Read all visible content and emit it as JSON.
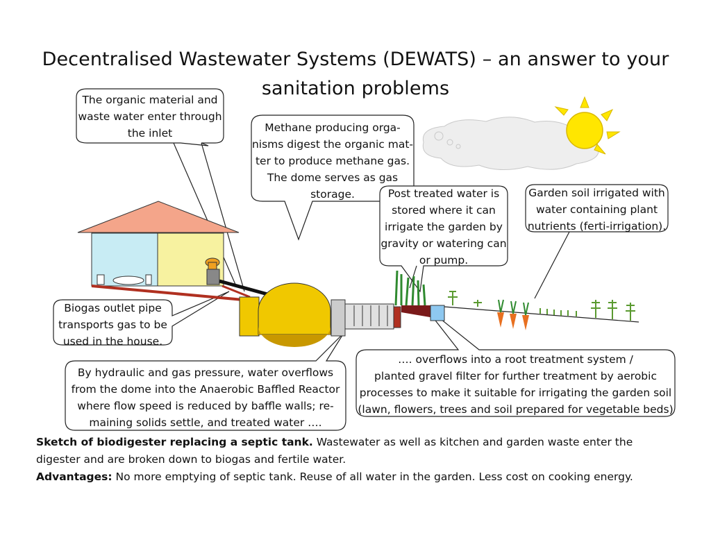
{
  "title_line1": "Decentralised Wastewater Systems (DEWATS) –  an answer to your",
  "title_line2": "sanitation problems",
  "bubbles": {
    "inlet": "The organic material and\nwaste water enter through\nthe inlet",
    "methane": "Methane producing orga-\nnisms digest the organic mat-\nter to produce methane gas.\nThe dome serves as gas\nstorage.",
    "post_treated": "Post treated water is\nstored where it can\nirrigate the garden by\ngravity or watering can\nor pump.",
    "garden_soil": "Garden soil irrigated with\nwater containing plant\nnutrients (ferti-irrigation).",
    "biogas_outlet": "Biogas outlet pipe\ntransports gas to be\nused in the house.",
    "hydraulic": "By hydraulic and gas pressure, water overflows\nfrom the dome into the Anaerobic Baffled Reactor\nwhere flow speed is reduced by baffle walls; re-\nmaining solids settle, and treated water ….",
    "root_treatment": "….  overflows into a root treatment system /\nplanted gravel filter for further treatment by aerobic\nprocesses to make it suitable for irrigating the garden soil\n(lawn, flowers, trees and soil prepared for vegetable beds)"
  },
  "caption": {
    "sketch_label": "Sketch of biodigester replacing a septic tank.",
    "sketch_text": "  Wastewater as well as kitchen and garden waste enter the",
    "sketch_text2": "digester and are broken down to biogas and fertile water.",
    "advantages_label": "Advantages:",
    "advantages_text": " No more emptying of septic tank.  Reuse of all water in the garden.  Less cost on cooking energy."
  },
  "colors": {
    "roof": "#f4a58a",
    "house_left": "#c8ecf4",
    "house_right": "#f7f2a0",
    "digester": "#f0c800",
    "sun": "#ffe600",
    "water_tank": "#8ec8f0",
    "pipe_red": "#b03020",
    "filter_dark": "#7a1a1a",
    "filter_green": "#2f8a2f"
  }
}
